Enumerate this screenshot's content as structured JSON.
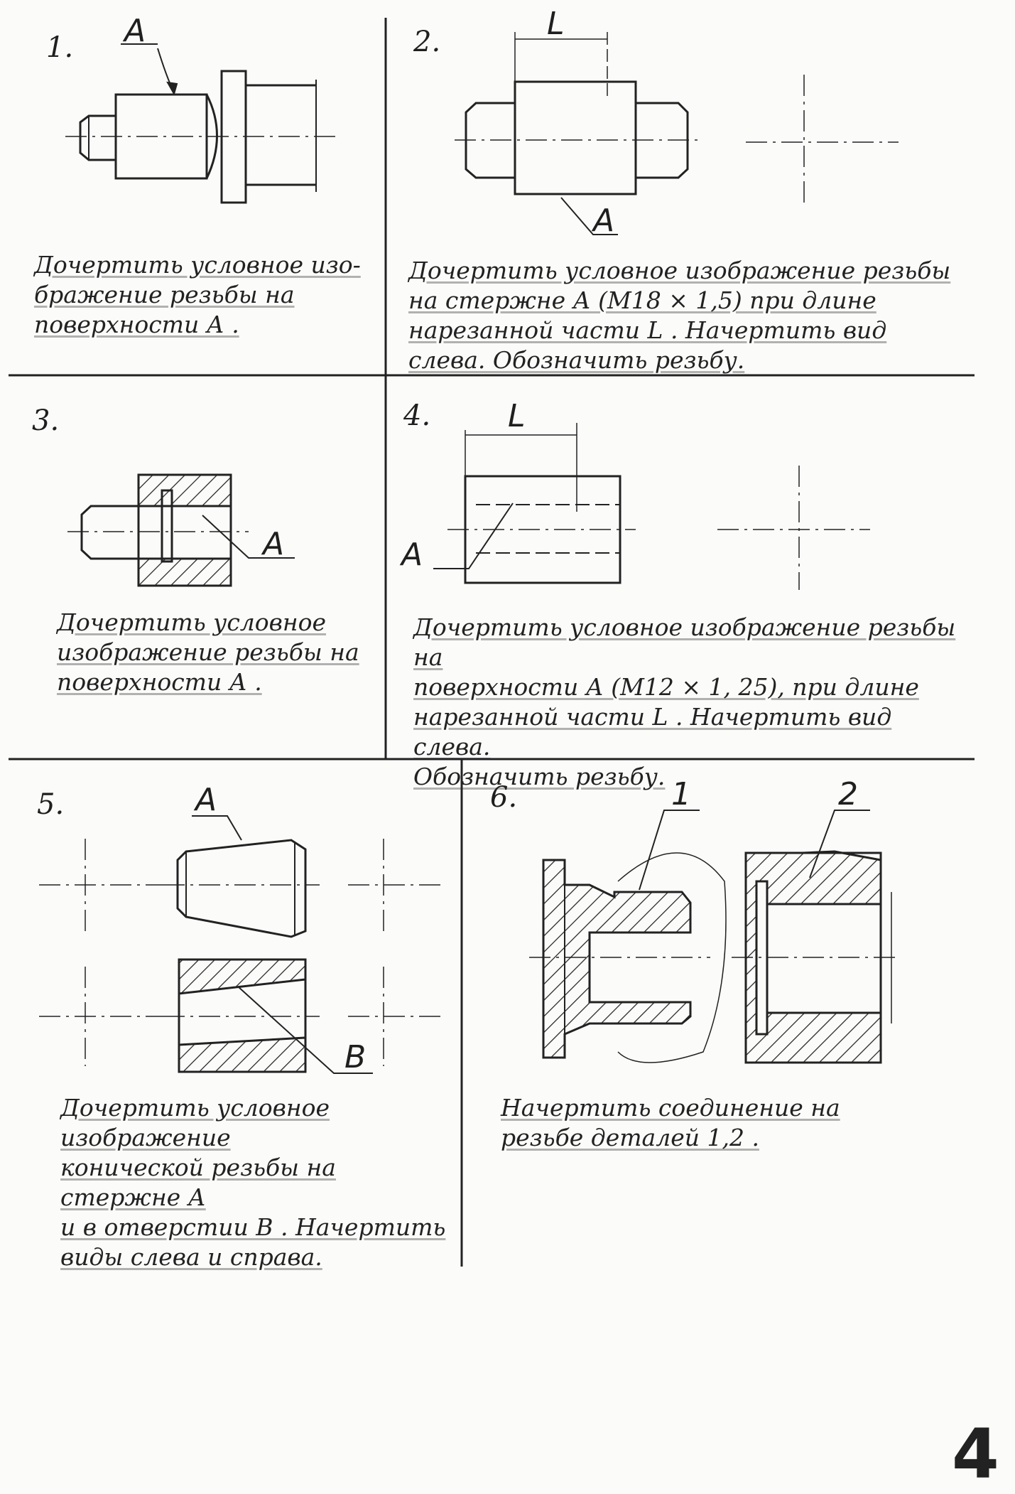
{
  "panels": [
    {
      "number": "1.",
      "labels": [
        "A"
      ],
      "task": "Дочертить условное изо-\nбражение резьбы на\nповерхности А ."
    },
    {
      "number": "2.",
      "labels": [
        "L",
        "A"
      ],
      "task": "Дочертить условное изображение резьбы\nна стержне А (М18 × 1,5) при длине\nнарезанной части L . Начертить вид\nслева. Обозначить резьбу."
    },
    {
      "number": "3.",
      "labels": [
        "A"
      ],
      "task": "Дочертить условное\nизображение резьбы на\nповерхности А ."
    },
    {
      "number": "4.",
      "labels": [
        "L",
        "A"
      ],
      "task": "Дочертить условное изображение резьбы на\nповерхности А (М12 × 1, 25), при длине\nнарезанной части L . Начертить вид слева.\nОбозначить резьбу."
    },
    {
      "number": "5.",
      "labels": [
        "A",
        "B"
      ],
      "task": "Дочертить условное изображение\nконической резьбы на стержне А\nи в отверстии В . Начертить\nвиды слева и справа."
    },
    {
      "number": "6.",
      "labels": [
        "1",
        "2"
      ],
      "task": "Начертить соединение на\nрезьбе деталей 1,2 ."
    }
  ],
  "page_number": "4"
}
